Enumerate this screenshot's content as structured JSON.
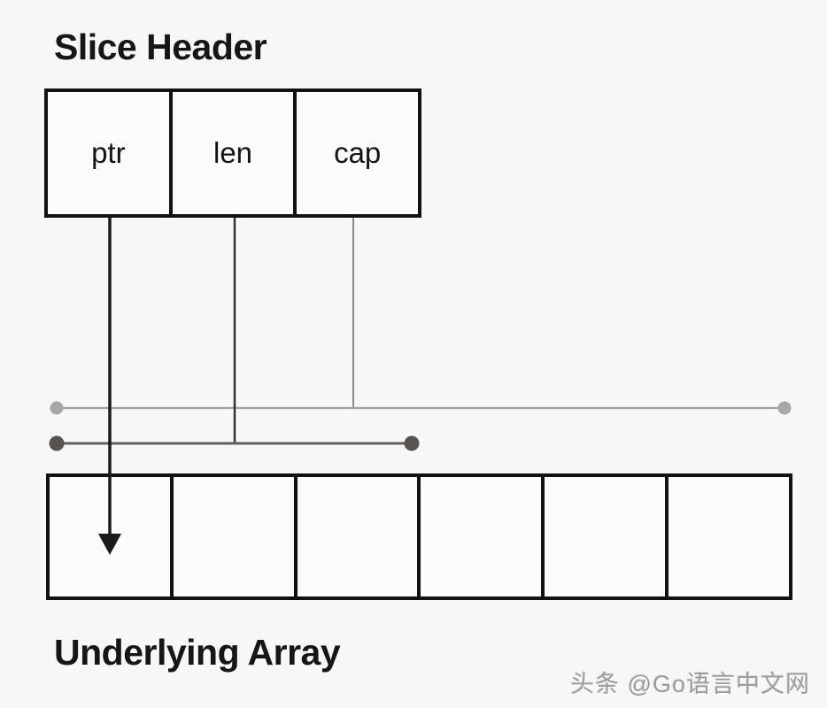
{
  "page": {
    "background": "#f7f7f8"
  },
  "slice_header": {
    "title": "Slice Header",
    "fields": [
      {
        "label": "ptr"
      },
      {
        "label": "len"
      },
      {
        "label": "cap"
      }
    ]
  },
  "underlying_array": {
    "title": "Underlying Array",
    "cell_count": 6,
    "cells": [
      "",
      "",
      "",
      "",
      "",
      ""
    ]
  },
  "connections": {
    "ptr": {
      "description": "arrow from ptr field into first array cell",
      "color": "#1a1a1a"
    },
    "len": {
      "description": "drop line from len field to length range line",
      "vertical_color": "#333333",
      "line_color": "#5f5f5f",
      "dot_color": "#575350"
    },
    "cap": {
      "description": "drop line from cap field to capacity range line",
      "vertical_color": "#8d8d8d",
      "line_color": "#a2a2a2",
      "dot_color": "#a9a7a6"
    }
  },
  "watermark": {
    "text": "头条 @Go语言中文网"
  }
}
